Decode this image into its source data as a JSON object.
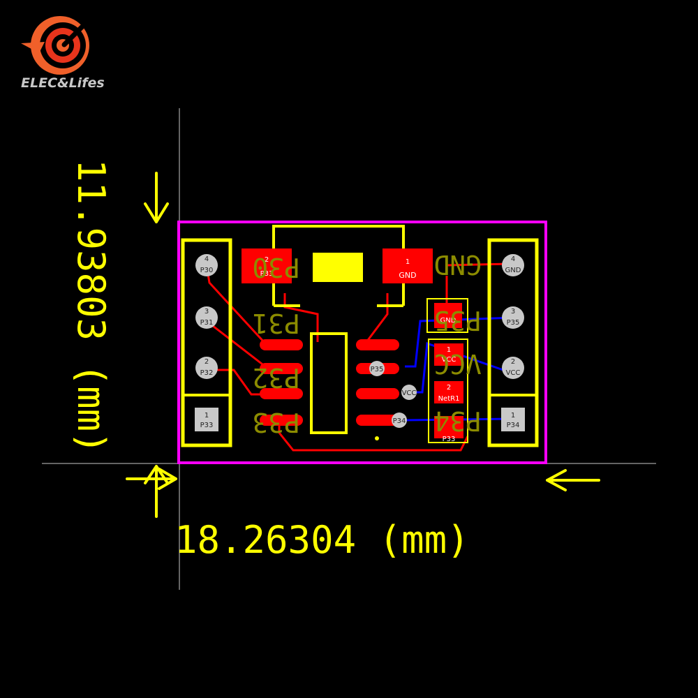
{
  "brand": {
    "name": "ELEC&Lifes",
    "colors": {
      "orange": "#F0602A",
      "red": "#E8341C"
    }
  },
  "dimensions": {
    "width_label": "18.26304 (mm)",
    "height_label": "11.93803 (mm)"
  },
  "colors": {
    "board_outline": "#FF00FF",
    "silkscreen": "#FFFF00",
    "copper_top": "#FF0000",
    "copper_bottom": "#0000FF",
    "guide": "#C8C8C8",
    "overlay_text": "#8C8C00"
  },
  "left_header": {
    "pins": [
      {
        "num": "4",
        "net": "P30"
      },
      {
        "num": "3",
        "net": "P31"
      },
      {
        "num": "2",
        "net": "P32"
      },
      {
        "num": "1",
        "net": "P33"
      }
    ]
  },
  "right_header": {
    "pins": [
      {
        "num": "4",
        "net": "GND"
      },
      {
        "num": "3",
        "net": "P35"
      },
      {
        "num": "2",
        "net": "VCC"
      },
      {
        "num": "1",
        "net": "P34"
      }
    ]
  },
  "top_pads": {
    "left": {
      "num": "2",
      "net": "P33"
    },
    "right": {
      "num": "1",
      "net": "GND"
    }
  },
  "small_pads": {
    "upper": {
      "net": "GND"
    },
    "middle": {
      "num": "1",
      "net": "VCC"
    },
    "lower": {
      "num": "2",
      "net": "NetR1"
    },
    "bottom": {
      "net": "P33"
    }
  },
  "ic_labels": {
    "p35": "P35",
    "vcc": "VCC",
    "p34": "P34"
  },
  "overlay_labels": {
    "p30": "P30",
    "p31": "P31",
    "p32": "P32",
    "p33": "P33",
    "gnd": "GND",
    "p35": "P35",
    "vcc": "VCC",
    "p34": "P34"
  }
}
